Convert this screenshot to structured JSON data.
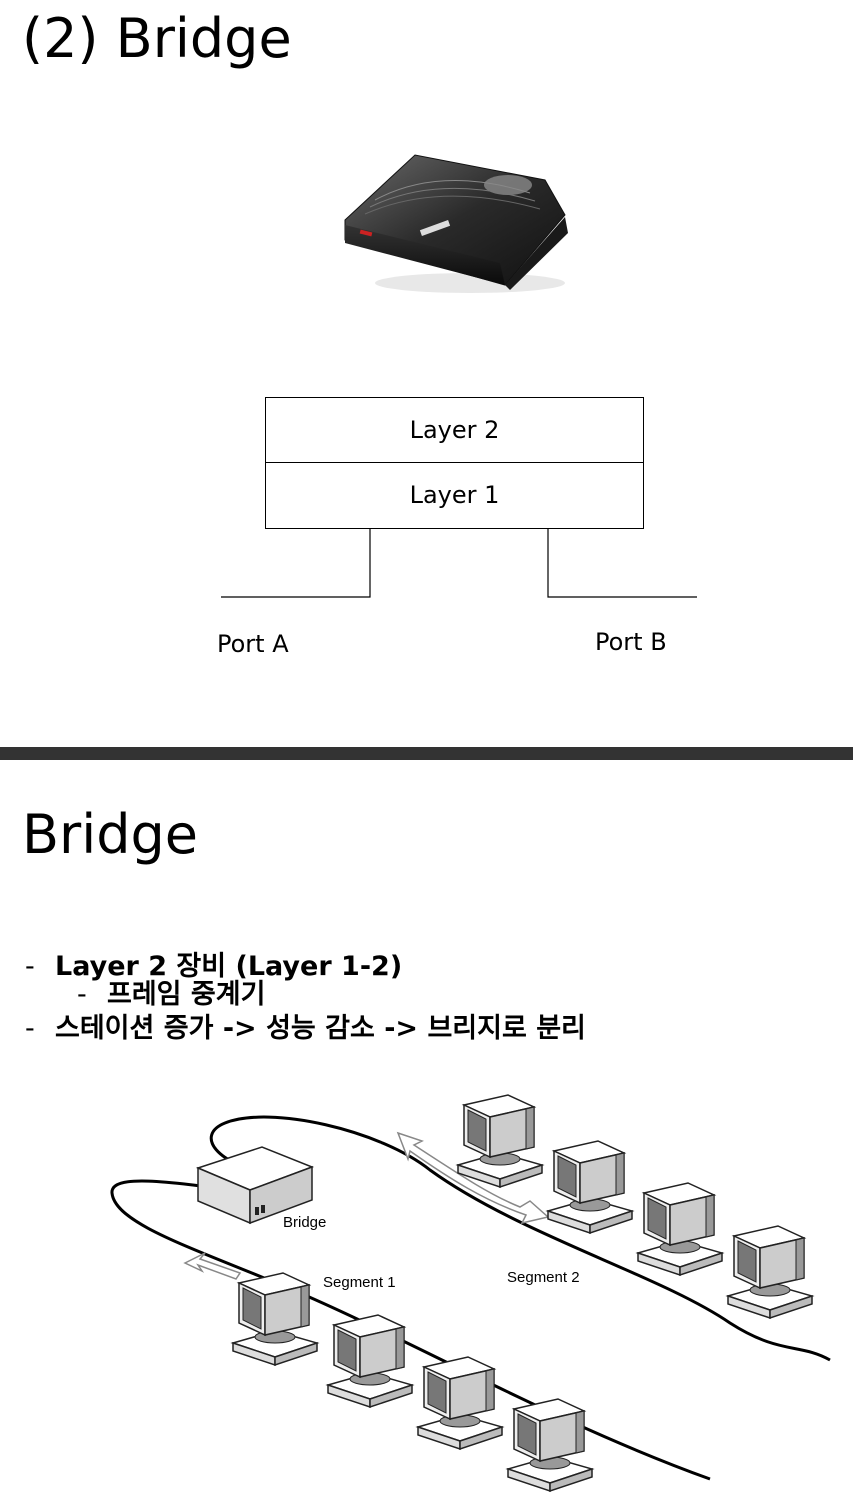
{
  "slide1": {
    "title": "(2) Bridge",
    "diagram": {
      "layers": [
        "Layer 2",
        "Layer 1"
      ],
      "ports": [
        "Port A",
        "Port B"
      ]
    },
    "device_icon": "router-device-photo"
  },
  "divider_color": "#333333",
  "slide2": {
    "title": "Bridge",
    "bullets": [
      {
        "level": 1,
        "dash": "-",
        "text": "Layer 2 장비 (Layer 1-2)"
      },
      {
        "level": 2,
        "dash": "-",
        "text": "프레임 중계기"
      },
      {
        "level": 1,
        "dash": "-",
        "text": "스테이션 증가 -> 성능 감소 -> 브리지로 분리"
      }
    ],
    "network": {
      "bridge_label": "Bridge",
      "segment1_label": "Segment 1",
      "segment2_label": "Segment 2"
    }
  }
}
